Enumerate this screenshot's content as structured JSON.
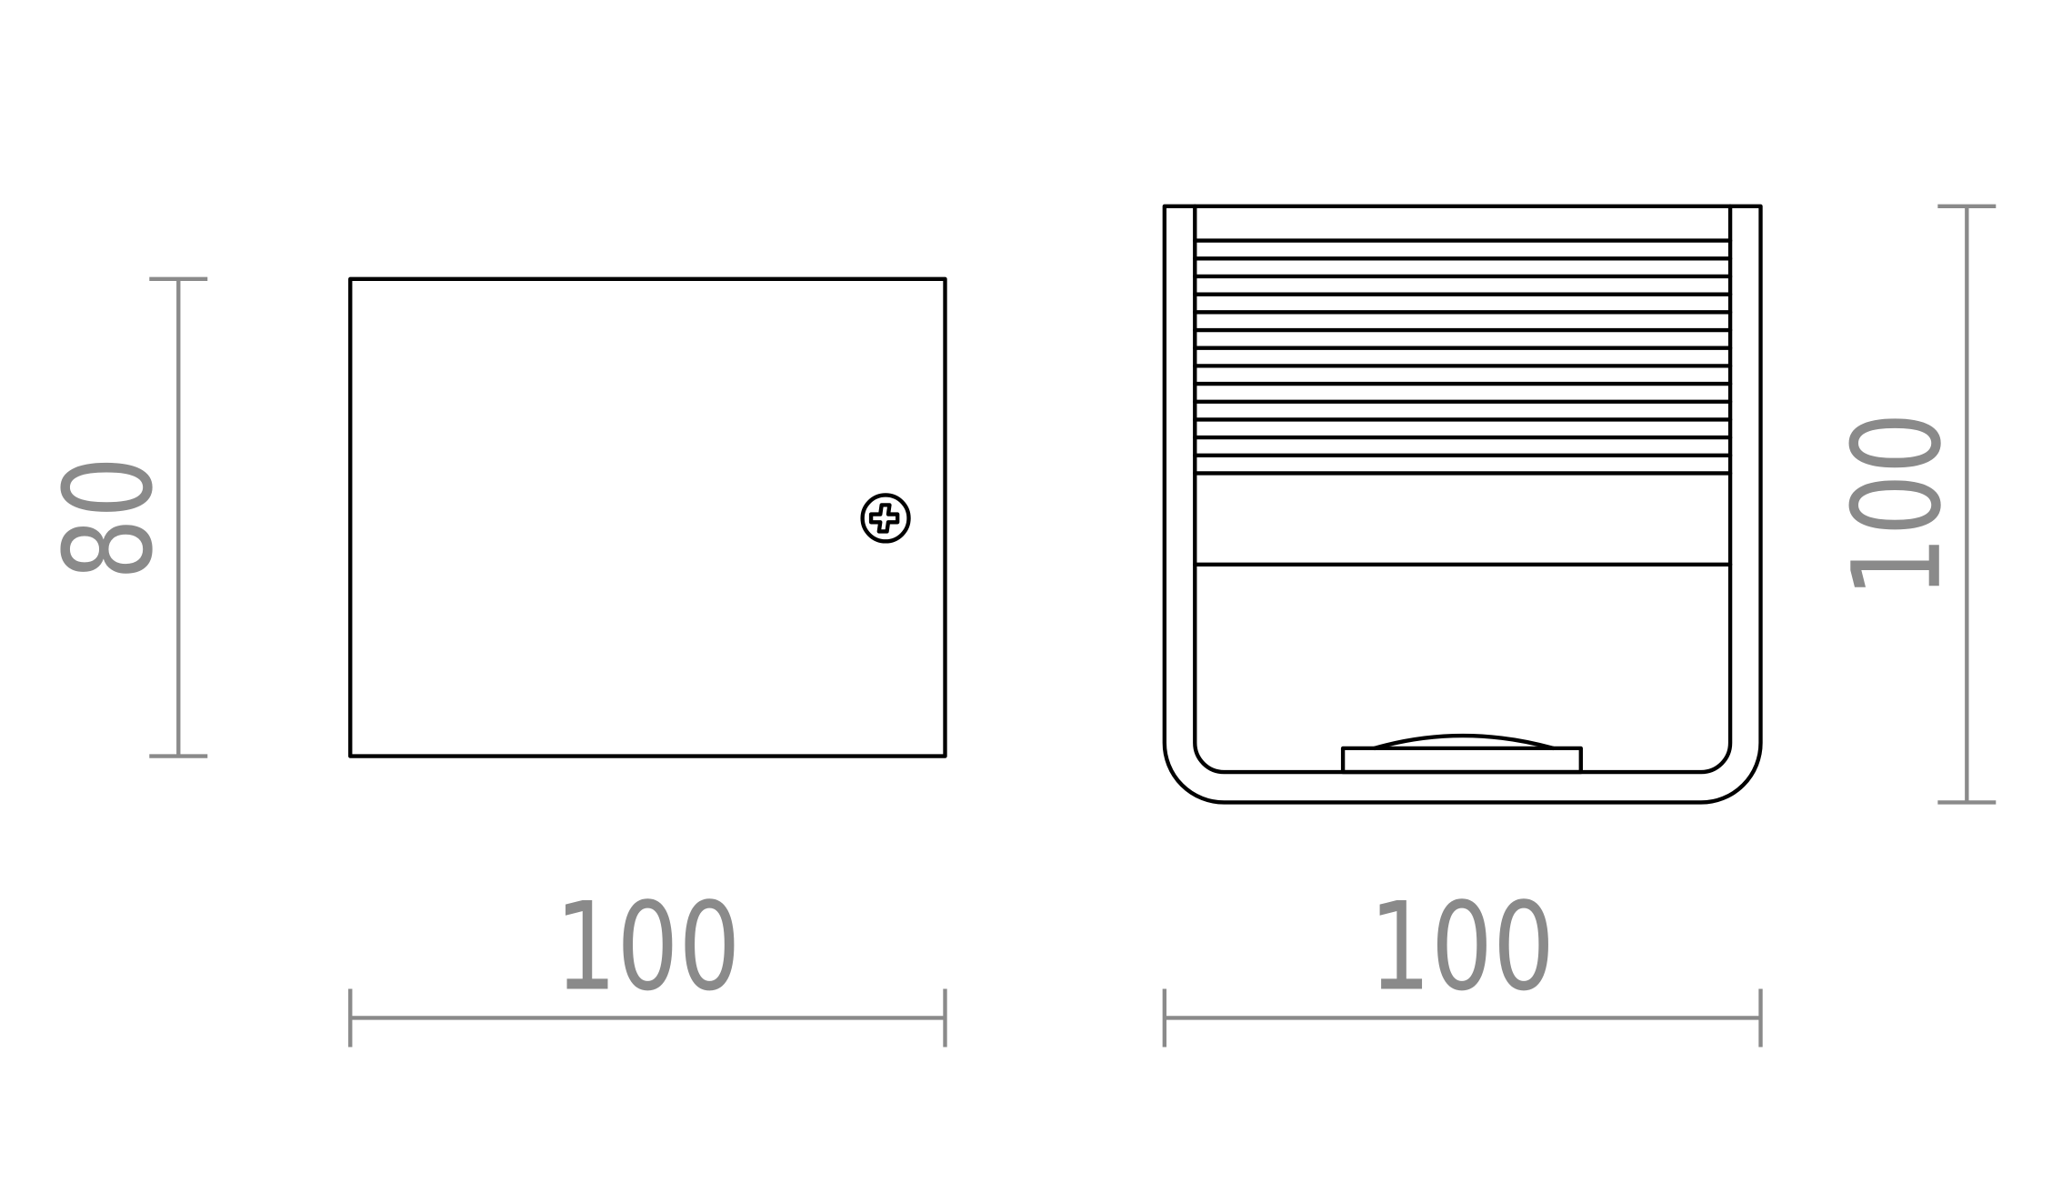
{
  "colors": {
    "outline": "#000000",
    "dimension": "#8a8a8a",
    "background": "#ffffff"
  },
  "views": [
    {
      "name": "side-view",
      "features": [
        "screw-icon"
      ]
    },
    {
      "name": "front-view",
      "slat_count": 14,
      "features": [
        "lens"
      ]
    }
  ],
  "dimensions": {
    "side_height": "80",
    "side_width": "100",
    "front_width": "100",
    "front_height": "100"
  }
}
